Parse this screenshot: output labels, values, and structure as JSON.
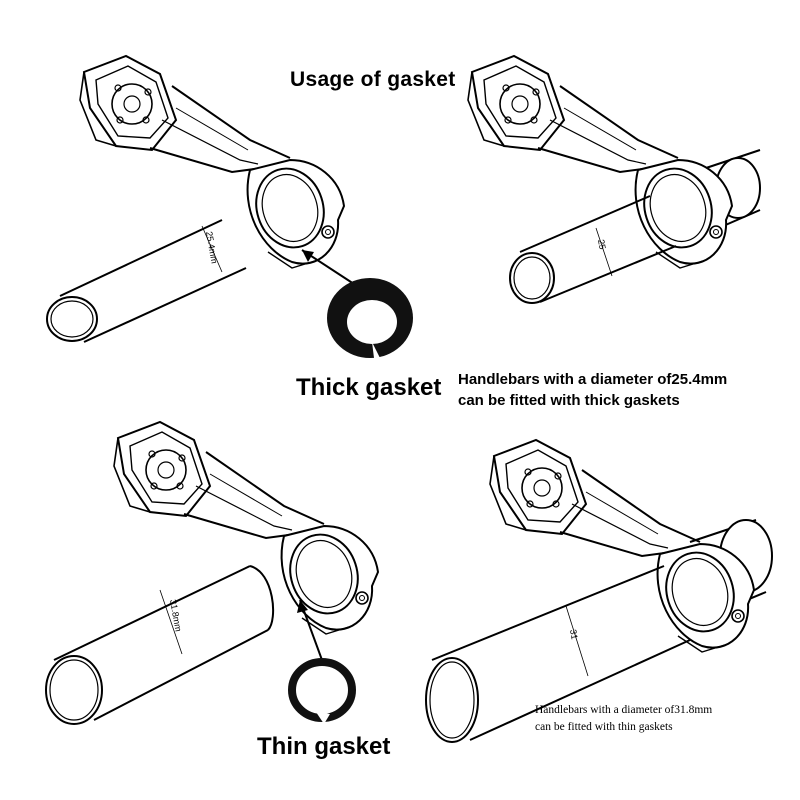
{
  "title": "Usage of gasket",
  "labels": {
    "thick": "Thick gasket",
    "thin": "Thin gasket"
  },
  "notes": {
    "thick_line1": "Handlebars with a diameter of25.4mm",
    "thick_line2": "can be fitted with thick gaskets",
    "thin_line1": "Handlebars with a diameter of31.8mm",
    "thin_line2": "can be fitted with thin gaskets"
  },
  "dimensions": {
    "tl": "25.4mm",
    "tr": "25",
    "bl": "31.8mm",
    "br": "31"
  },
  "colors": {
    "line": "#000000",
    "gasket": "#111111",
    "background": "#ffffff"
  }
}
